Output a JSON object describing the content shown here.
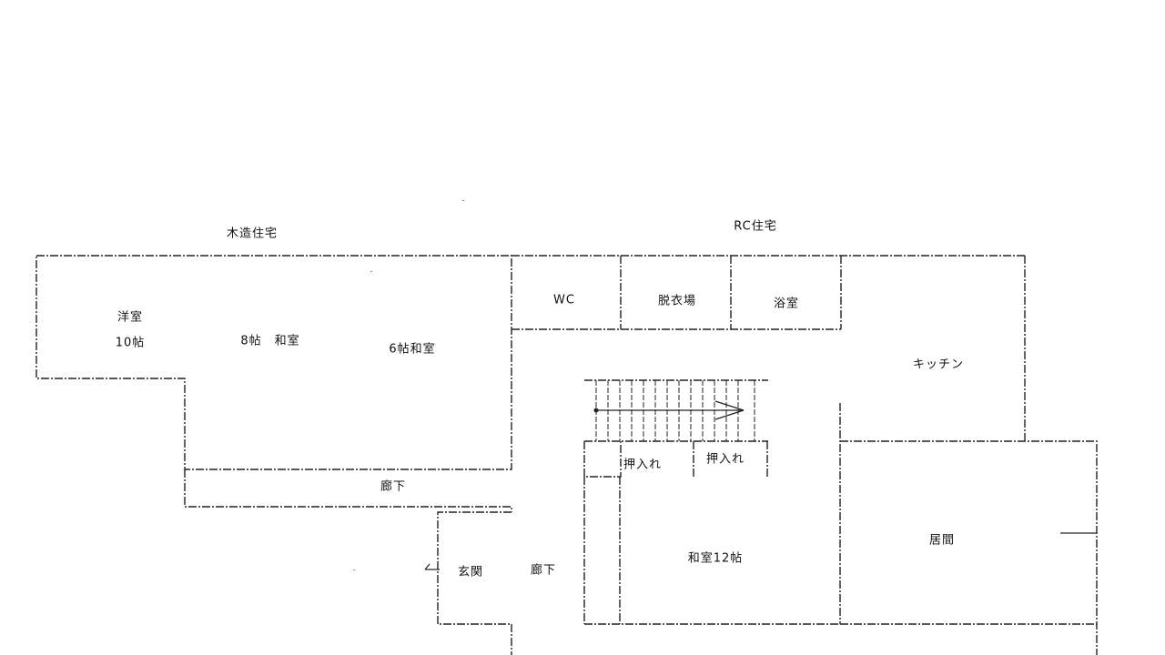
{
  "building_labels": {
    "wooden_house": "木造住宅",
    "rc_house": "RC住宅"
  },
  "rooms": {
    "western_room": "洋室",
    "western_room_size": "10帖",
    "japanese_8": "8帖　和室",
    "japanese_6": "6帖和室",
    "wc": "WC",
    "dressing_room": "脱衣場",
    "bathroom": "浴室",
    "kitchen": "キッチン",
    "closet_left": "押入れ",
    "closet_right": "押入れ",
    "corridor_upper": "廊下",
    "corridor_lower": "廊下",
    "entrance": "玄関",
    "japanese_12": "和室12帖",
    "living_room": "居間"
  },
  "colors": {
    "line": "#222222",
    "text": "#111111",
    "background": "#ffffff"
  },
  "icons": {
    "stair_direction": "arrow-right-icon",
    "entrance_door": "door-swing-icon"
  }
}
